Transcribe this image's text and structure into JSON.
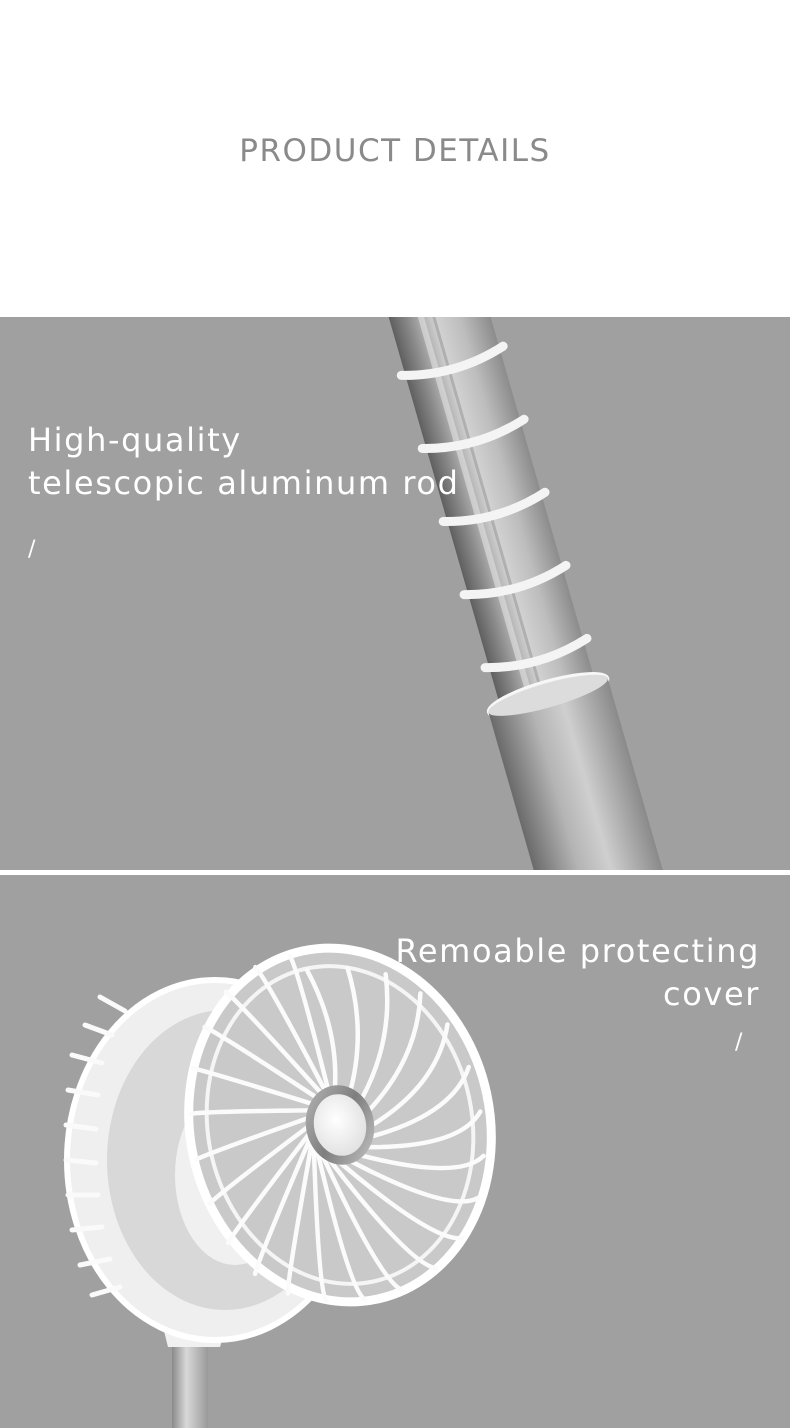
{
  "header": {
    "title": "PRODUCT DETAILS"
  },
  "sections": [
    {
      "feature_line_1": "High-quality",
      "feature_line_2": "telescopic aluminum rod",
      "separator": "/",
      "image": "telescopic-aluminum-rod-closeup"
    },
    {
      "feature_line_1": "Remoable protecting",
      "feature_line_2": "cover",
      "separator": "/",
      "image": "fan-head-with-removable-cover"
    }
  ],
  "colors": {
    "background": "#ffffff",
    "panel": "#a0a0a0",
    "title_text": "#8a8a8a",
    "caption_text": "#ffffff"
  }
}
